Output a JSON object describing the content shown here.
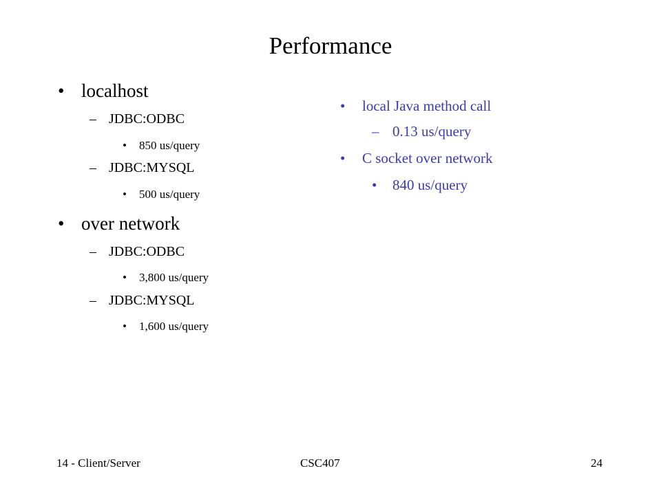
{
  "slide": {
    "title": "Performance",
    "accent_color": "#3b3bb3"
  },
  "left_list": {
    "localhost": {
      "label": "localhost",
      "odbc": {
        "label": "JDBC:ODBC",
        "value": "850 us/query"
      },
      "mysql": {
        "label": "JDBC:MYSQL",
        "value": "500 us/query"
      }
    },
    "network": {
      "label": "over network",
      "odbc": {
        "label": "JDBC:ODBC",
        "value": "3,800 us/query"
      },
      "mysql": {
        "label": "JDBC:MYSQL",
        "value": "1,600 us/query"
      }
    }
  },
  "right_list": {
    "java": {
      "label": "local Java method call",
      "value": "0.13 us/query"
    },
    "csocket": {
      "label": "C socket over network",
      "value": "840 us/query"
    }
  },
  "footer": {
    "left": "14 - Client/Server",
    "center": "CSC407",
    "right": "24"
  },
  "glyphs": {
    "bullet": "•",
    "dash": "–"
  }
}
